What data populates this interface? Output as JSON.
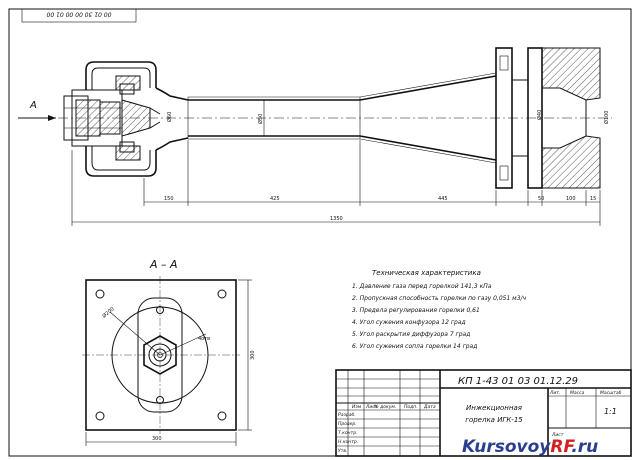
{
  "corner_stamp": "00 01 30 00 00 01 00",
  "section_arrow_label": "A",
  "section_title": "А – А",
  "dims": {
    "d_inlet": "Ø60",
    "d_throat": "Ø50",
    "d_outlet": "Ø100",
    "d_flange": "Ø40",
    "len_1": "150",
    "len_2": "425",
    "len_3": "445",
    "len_4": "50",
    "len_5": "100",
    "len_6": "15",
    "len_total": "1350",
    "view_diag": "Ø200",
    "view_hole": "4отв",
    "view_height": "300",
    "view_width": "300"
  },
  "tech": {
    "title": "Техническая характеристика",
    "lines": [
      "1. Давление газа перед горелкой 141,3 кПа",
      "2. Пропускная способность горелки по газу 0,051 м3/ч",
      "3. Предела регулирования горелки 0,61",
      "4. Угол сужения конфузора 12 град",
      "5. Угол раскрытия диффузора 7 град",
      "6. Угол сужения сопла горелки 14 град"
    ]
  },
  "title_block": {
    "doc_code": "КП 1-43 01 03 01.12.29",
    "name_line1": "Инжекционная",
    "name_line2": "горелка ИГК-15",
    "hdr_lit": "Лит.",
    "hdr_mass": "Масса",
    "hdr_scale": "Масштаб",
    "scale": "1:1",
    "sheet_num": "Лист",
    "col_izm": "Изм",
    "col_list": "Лист",
    "col_doc": "№ докум.",
    "col_sign": "Подп.",
    "col_date": "Дата",
    "row_razrab": "Разраб.",
    "row_prov": "Провер.",
    "row_tkontr": "Т.контр.",
    "row_nkontr": "Н.контр.",
    "row_utv": "Утв."
  },
  "watermark": {
    "part1": "Kursovoy",
    "part2": "RF",
    "part3": ".ru"
  }
}
